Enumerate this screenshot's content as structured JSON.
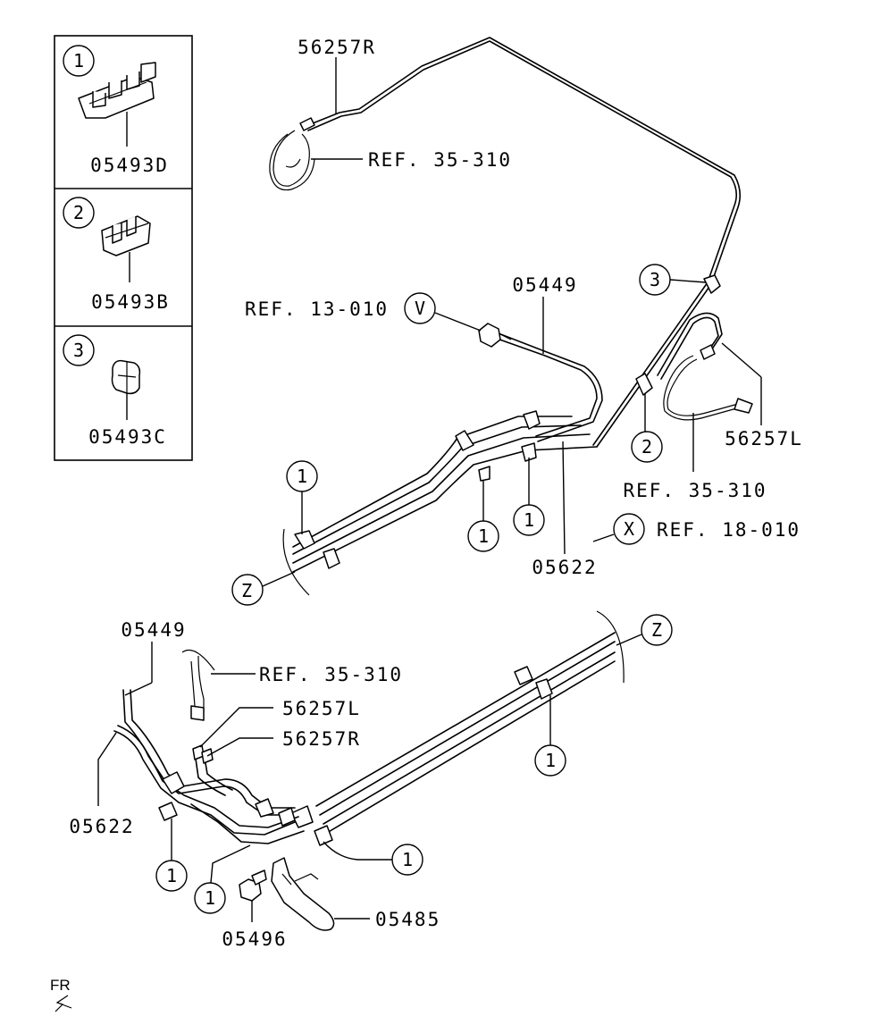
{
  "legend": [
    {
      "num": "1",
      "part": "05493D"
    },
    {
      "num": "2",
      "part": "05493B"
    },
    {
      "num": "3",
      "part": "05493C"
    }
  ],
  "upper": {
    "p56257R": "56257R",
    "ref35_310_a": "REF. 35-310",
    "p05449": "05449",
    "ref13_010": "REF. 13-010",
    "mark_v": "V",
    "call_3": "3",
    "call_2": "2",
    "p56257L": "56257L",
    "ref35_310_b": "REF. 35-310",
    "mark_x": "X",
    "ref18_010": "REF. 18-010",
    "p05622": "05622",
    "call_1a": "1",
    "call_1b": "1",
    "call_1c": "1",
    "mark_z": "Z"
  },
  "lower": {
    "mark_z": "Z",
    "p05449": "05449",
    "ref35_310": "REF. 35-310",
    "p56257L": "56257L",
    "p56257R": "56257R",
    "call_1a": "1",
    "p05622": "05622",
    "call_1b": "1",
    "call_1c": "1",
    "call_1d": "1",
    "p05496": "05496",
    "p05485": "05485"
  },
  "fr_label": "FR"
}
